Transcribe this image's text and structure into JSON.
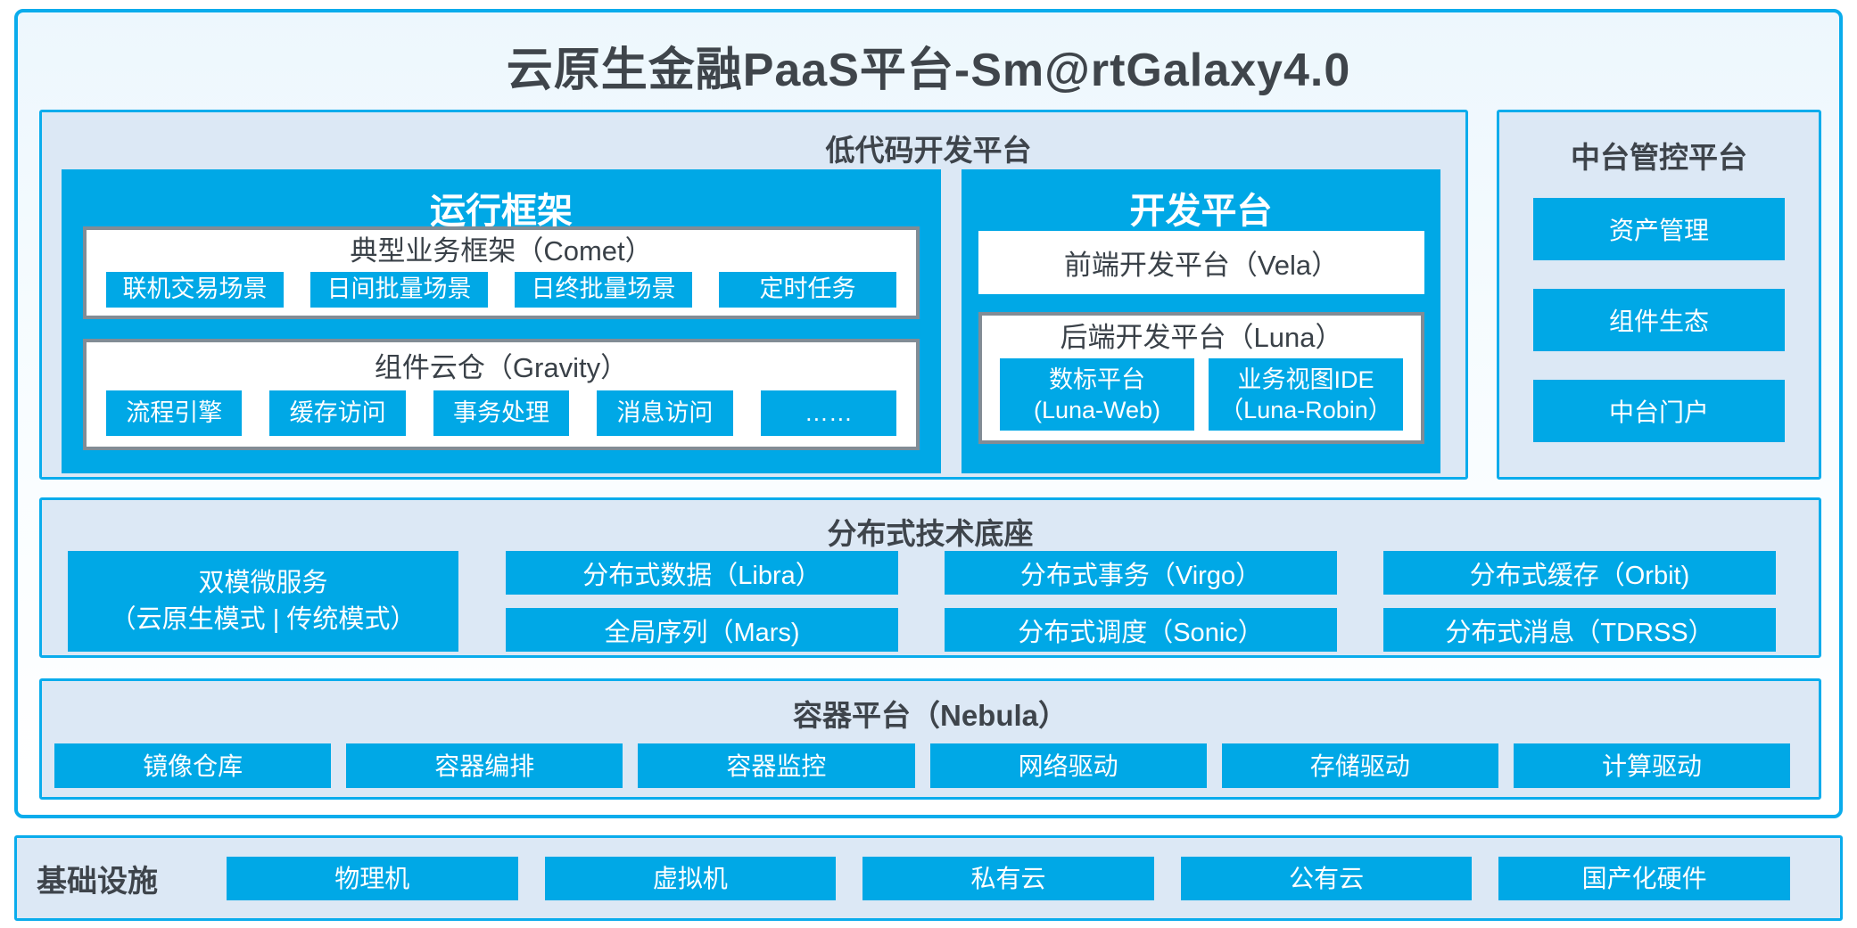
{
  "page": {
    "title": "云原生金融PaaS平台-Sm@rtGalaxy4.0"
  },
  "colors": {
    "accent_blue": "#00A8E6",
    "border_cyan": "#0AACEC",
    "section_bg": "#DCE8F5",
    "dark_text": "#3E444B",
    "gray_box_border": "#828C95"
  },
  "lowcode": {
    "title": "低代码开发平台",
    "runtime": {
      "title": "运行框架",
      "comet": {
        "title": "典型业务框架（Comet）",
        "chips": [
          "联机交易场景",
          "日间批量场景",
          "日终批量场景",
          "定时任务"
        ]
      },
      "gravity": {
        "title": "组件云仓（Gravity）",
        "chips": [
          "流程引擎",
          "缓存访问",
          "事务处理",
          "消息访问",
          "……"
        ]
      }
    },
    "dev": {
      "title": "开发平台",
      "vela_label": "前端开发平台（Vela）",
      "luna": {
        "title": "后端开发平台（Luna）",
        "chips": [
          {
            "line1": "数标平台",
            "line2": "(Luna-Web)"
          },
          {
            "line1": "业务视图IDE",
            "line2": "（Luna-Robin）"
          }
        ]
      }
    }
  },
  "midplatform": {
    "title": "中台管控平台",
    "chips": [
      "资产管理",
      "组件生态",
      "中台门户"
    ]
  },
  "distributed": {
    "title": "分布式技术底座",
    "dual_mode": {
      "line1": "双模微服务",
      "line2": "（云原生模式 | 传统模式）"
    },
    "columns": [
      [
        "分布式数据（Libra）",
        "全局序列（Mars)"
      ],
      [
        "分布式事务（Virgo）",
        "分布式调度（Sonic）"
      ],
      [
        "分布式缓存（Orbit)",
        "分布式消息（TDRSS）"
      ]
    ]
  },
  "container_platform": {
    "title": "容器平台（Nebula）",
    "chips": [
      "镜像仓库",
      "容器编排",
      "容器监控",
      "网络驱动",
      "存储驱动",
      "计算驱动"
    ]
  },
  "infrastructure": {
    "title": "基础设施",
    "chips": [
      "物理机",
      "虚拟机",
      "私有云",
      "公有云",
      "国产化硬件"
    ]
  }
}
